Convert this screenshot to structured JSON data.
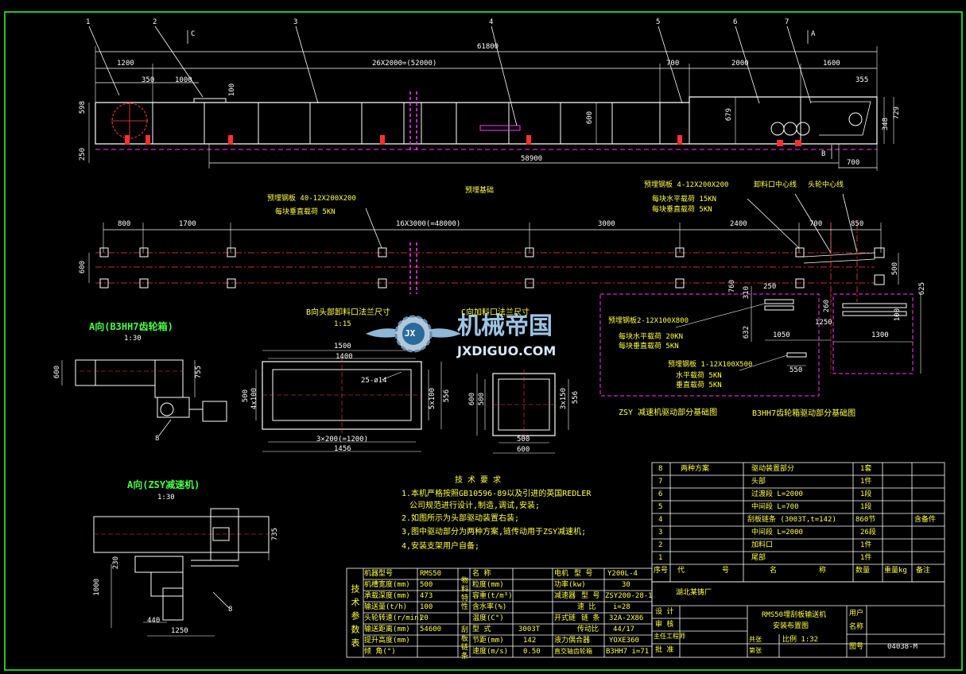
{
  "top_view": {
    "callouts": [
      "1",
      "2",
      "3",
      "4",
      "5",
      "6",
      "7"
    ],
    "section_c": "C",
    "section_a": "A",
    "section_b": "B",
    "dim_total": "61800",
    "dim_1200": "1200",
    "dim_chain": "26X2000=(52000)",
    "dim_700a": "700",
    "dim_2000": "2000",
    "dim_1600": "1600",
    "dim_350": "350",
    "dim_1000": "1000",
    "dim_100": "100",
    "dim_355": "355",
    "dim_598": "598",
    "dim_250": "250",
    "dim_600": "600",
    "dim_679": "679",
    "dim_348": "348",
    "dim_729": "729",
    "dim_58900": "58900",
    "dim_700b": "700"
  },
  "foundation": {
    "title": "预埋基础",
    "plate_left": "预埋钢板 40-12X200X200",
    "load_left": "每块垂直载荷 5KN",
    "plate_right": "预埋钢板 4-12X200X200",
    "load_right_h": "每块水平载荷 15KN",
    "load_right_v": "每块垂直载荷 5KN",
    "center_discharge": "卸料口中心线",
    "center_head": "头轮中心线",
    "dim_800": "800",
    "dim_1700": "1700",
    "dim_16x3000": "16X3000(=48000)",
    "dim_3000": "3000",
    "dim_2400": "2400",
    "dim_700": "700",
    "dim_850": "850",
    "dim_600": "600",
    "dim_500": "500"
  },
  "view_a_b3hh7": {
    "title": "A向(B3HH7齿轮箱)",
    "scale": "1:30",
    "dim_600": "600",
    "dim_755": "755",
    "callout": "8"
  },
  "view_b": {
    "title": "B向头部卸料口法兰尺寸",
    "scale": "1:15",
    "dim_1500": "1500",
    "dim_1400": "1400",
    "holes": "25-ø14",
    "dim_4x100": "4x100",
    "dim_500": "500",
    "dim_5x100": "5x100",
    "dim_556": "556",
    "dim_3x200": "3×200(=1200)",
    "dim_1456": "1456"
  },
  "view_c": {
    "title": "C向加料口法兰尺寸",
    "dim_600": "600",
    "dim_500": "500",
    "dim_3x150": "3x150",
    "dim_556": "556",
    "dim_500b": "500",
    "dim_600b": "600"
  },
  "watermark": {
    "name": "机械帝国",
    "url": "JXDIGUO.COM",
    "badge": "JX"
  },
  "zsy_base": {
    "title": "ZSY 减速机驱动部分基础图",
    "plate1": "预埋钢板2-12X100X800",
    "load1_h": "每块水平载荷 20KN",
    "load1_v": "每块垂直载荷 5KN",
    "plate2": "预埋钢板 1-12X100X500",
    "load2_h": "水平载荷 5KN",
    "load2_v": "垂直载荷 5KN",
    "dim_760": "760",
    "dim_250": "250",
    "dim_310": "310",
    "dim_632": "632",
    "dim_1050": "1050",
    "dim_550": "550"
  },
  "b3hh7_base": {
    "title": "B3HH7齿轮箱驱动部分基础图",
    "dim_260": "260",
    "dim_625": "625",
    "dim_1250": "1250",
    "dim_100": "100",
    "dim_1300": "1300"
  },
  "view_a_zsy": {
    "title": "A向(ZSY减速机)",
    "scale": "1:30",
    "dim_735": "735",
    "dim_1000": "1000",
    "dim_440": "440",
    "dim_1250": "1250",
    "dim_230": "230",
    "callout": "8"
  },
  "tech_requirements": {
    "title": "技 术 要 求",
    "lines": [
      "1.本机严格按照GB10596-89以及引进的英国REDLER",
      "公司规范进行设计,制造,调试,安装;",
      "2.如图所示为头部驱动装置右装;",
      "3,图中驱动部分为两种方案,链传动用于ZSY减速机;",
      "4,安装支架用户自备;"
    ]
  },
  "parts_list": {
    "headers": [
      "序号",
      "代",
      "号",
      "名",
      "称",
      "数量",
      "重量kg",
      "备注"
    ],
    "rows": [
      {
        "no": "8",
        "code": "两种方案",
        "name": "驱动装置部分",
        "qty": "1套",
        "note": ""
      },
      {
        "no": "7",
        "code": "",
        "name": "头部",
        "qty": "1件",
        "note": ""
      },
      {
        "no": "6",
        "code": "",
        "name": "过渡段 L=2000",
        "qty": "1段",
        "note": ""
      },
      {
        "no": "5",
        "code": "",
        "name": "中间段 L=700",
        "qty": "1段",
        "note": ""
      },
      {
        "no": "4",
        "code": "",
        "name": "刮板链条 (3003T,t=142)",
        "qty": "860节",
        "note": "含备件"
      },
      {
        "no": "3",
        "code": "",
        "name": "中间段 L=2000",
        "qty": "26段",
        "note": ""
      },
      {
        "no": "2",
        "code": "",
        "name": "加料口",
        "qty": "1件",
        "note": ""
      },
      {
        "no": "1",
        "code": "",
        "name": "尾部",
        "qty": "1件",
        "note": ""
      }
    ]
  },
  "spec_table": {
    "side_label": "技术参数表",
    "rows_left": [
      {
        "label": "机器型号",
        "value": "RMS50"
      },
      {
        "label": "机槽宽度(mm)",
        "value": "500"
      },
      {
        "label": "承载深度(mm)",
        "value": "473"
      },
      {
        "label": "输送量(t/h)",
        "value": "100"
      },
      {
        "label": "头轮转速(r/min)",
        "value": "20"
      },
      {
        "label": "输送距离(mm)",
        "value": "54600"
      },
      {
        "label": "提升高度(mm)",
        "value": ""
      },
      {
        "label": "倾 角(°)",
        "value": ""
      }
    ],
    "mid_side": "物料特性",
    "rows_mid": [
      {
        "label": "名 称",
        "value": ""
      },
      {
        "label": "粒度(mm)",
        "value": ""
      },
      {
        "label": "容重(t/m³)",
        "value": ""
      },
      {
        "label": "含水率(%)",
        "value": ""
      },
      {
        "label": "温度(C°)",
        "value": ""
      },
      {
        "label": "型 式",
        "value": "3003T"
      },
      {
        "label": "节距(mm)",
        "value": "142"
      },
      {
        "label": "速度(m/s)",
        "value": "0.50"
      }
    ],
    "chain_side": "刮板链条",
    "rows_right": [
      {
        "group": "电机",
        "label": "型 号",
        "value": "Y200L-4"
      },
      {
        "group": "",
        "label": "功率(kw)",
        "value": "30"
      },
      {
        "group": "减速器",
        "label": "型 号",
        "value": "ZSY200-28-1"
      },
      {
        "group": "",
        "label": "速 比",
        "value": "i=28"
      },
      {
        "group": "开式链",
        "label": "链 条",
        "value": "32A-2X86"
      },
      {
        "group": "",
        "label": "传动比",
        "value": "44/17"
      },
      {
        "group": "液力偶合器",
        "label": "",
        "value": "YOXE360"
      },
      {
        "group": "直交轴齿轮箱",
        "label": "",
        "value": "B3HH7 i=71"
      }
    ]
  },
  "title_block": {
    "company": "湖北某铸厂",
    "design": "设 计",
    "review": "审 核",
    "chief": "主任工程师",
    "approve": "批 准",
    "drawing_title_1": "RMS50埋刮板输送机",
    "drawing_title_2": "安装布置图",
    "user": "用户",
    "name": "名称",
    "total_sheets": "共张",
    "sheet": "第张",
    "scale": "比例 1:32",
    "drawing_no_label": "图号",
    "drawing_no": "04038-M"
  }
}
